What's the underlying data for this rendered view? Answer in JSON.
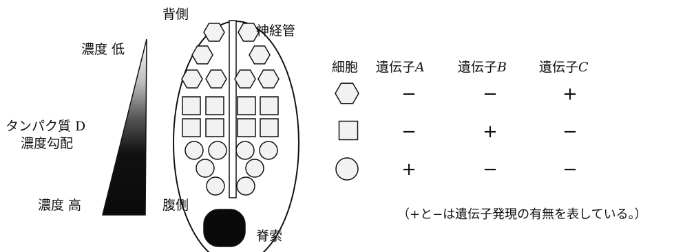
{
  "gradient_labels": {
    "low": "濃度 低",
    "protein_line1": "タンパク質 D",
    "protein_line2": "濃度勾配",
    "high": "濃度 高"
  },
  "tube_labels": {
    "dorsal": "背側",
    "ventral": "腹側",
    "neural_tube": "神経管",
    "notochord": "脊索"
  },
  "table": {
    "header_cell": "細胞",
    "genes": [
      {
        "prefix": "遺伝子",
        "letter": "A"
      },
      {
        "prefix": "遺伝子",
        "letter": "B"
      },
      {
        "prefix": "遺伝子",
        "letter": "C"
      }
    ],
    "rows": [
      {
        "cell_shape": "hexagon",
        "marks": [
          "−",
          "−",
          "+"
        ]
      },
      {
        "cell_shape": "square",
        "marks": [
          "−",
          "+",
          "−"
        ]
      },
      {
        "cell_shape": "circle",
        "marks": [
          "+",
          "−",
          "−"
        ]
      }
    ],
    "note": "（+と−は遺伝子発現の有無を表している。）"
  },
  "colors": {
    "ink": "#111111",
    "cell_fill": "#f2f2f2",
    "gradient_dark": "#0a0a0a",
    "gradient_light": "#ffffff"
  }
}
